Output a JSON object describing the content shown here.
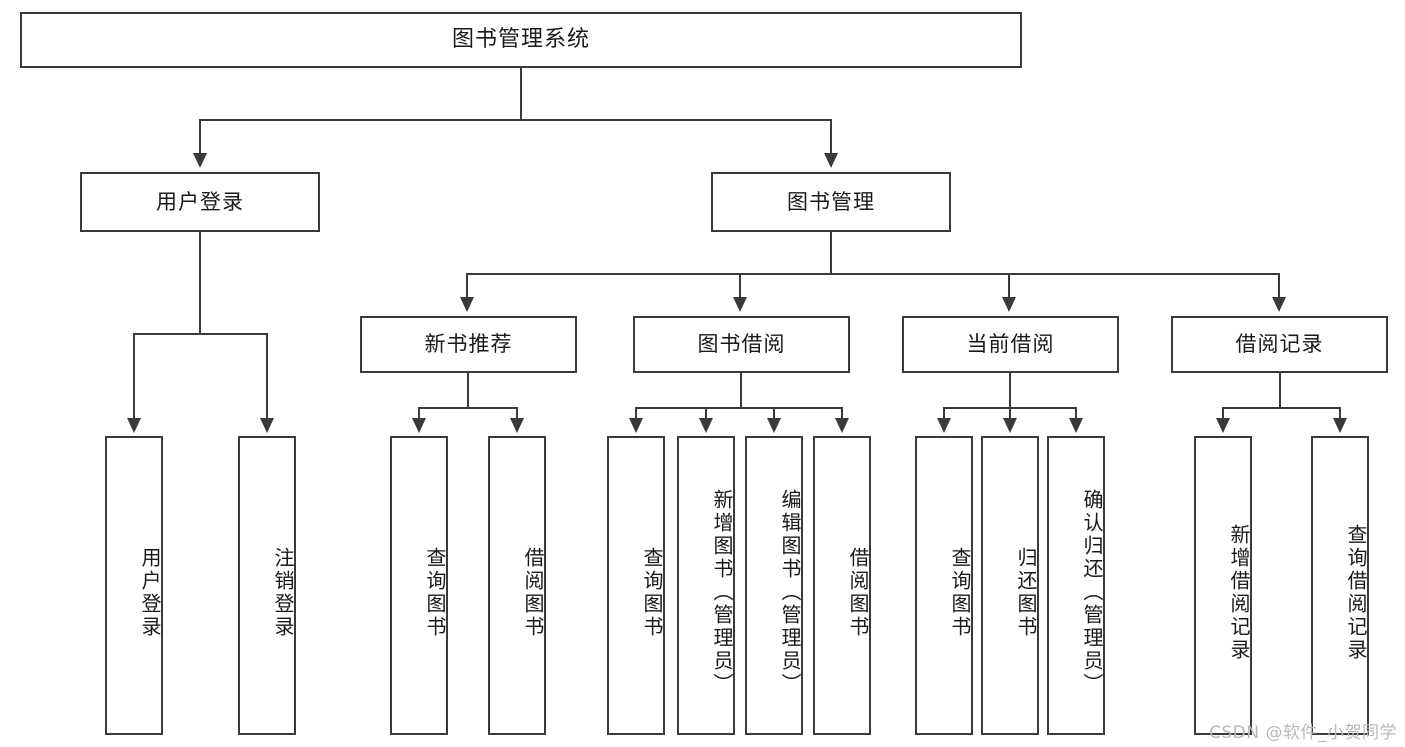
{
  "diagram": {
    "type": "tree",
    "title": "图书管理系统",
    "orientation": "top-down",
    "root": {
      "id": "root",
      "label": "图书管理系统"
    },
    "level1": [
      {
        "id": "user-login",
        "label": "用户登录"
      },
      {
        "id": "book-manage",
        "label": "图书管理"
      }
    ],
    "level2": [
      {
        "id": "new-book-recommend",
        "label": "新书推荐",
        "parent": "book-manage"
      },
      {
        "id": "book-borrow",
        "label": "图书借阅",
        "parent": "book-manage"
      },
      {
        "id": "current-borrow",
        "label": "当前借阅",
        "parent": "book-manage"
      },
      {
        "id": "borrow-record",
        "label": "借阅记录",
        "parent": "book-manage"
      }
    ],
    "leaves": {
      "user_login": [
        {
          "id": "leaf-user-login",
          "label": "用户登录"
        },
        {
          "id": "leaf-logout",
          "label": "注销登录"
        }
      ],
      "new_book_recommend": [
        {
          "id": "leaf-query-book-1",
          "label": "查询图书"
        },
        {
          "id": "leaf-borrow-book-1",
          "label": "借阅图书"
        }
      ],
      "book_borrow": [
        {
          "id": "leaf-query-book-2",
          "label": "查询图书"
        },
        {
          "id": "leaf-add-book",
          "label": "新增图书（管理员）"
        },
        {
          "id": "leaf-edit-book",
          "label": "编辑图书（管理员）"
        },
        {
          "id": "leaf-borrow-book-2",
          "label": "借阅图书"
        }
      ],
      "current_borrow": [
        {
          "id": "leaf-query-book-3",
          "label": "查询图书"
        },
        {
          "id": "leaf-return-book",
          "label": "归还图书"
        },
        {
          "id": "leaf-confirm-return",
          "label": "确认归还（管理员）"
        }
      ],
      "borrow_record": [
        {
          "id": "leaf-add-record",
          "label": "新增借阅记录"
        },
        {
          "id": "leaf-query-record",
          "label": "查询借阅记录"
        }
      ]
    }
  },
  "watermark": {
    "text": "CSDN @软件_小贺同学"
  },
  "colors": {
    "stroke": "#3a3a3a",
    "background": "#ffffff",
    "text": "#1a1a1a",
    "watermark": "#b9b9b9"
  }
}
